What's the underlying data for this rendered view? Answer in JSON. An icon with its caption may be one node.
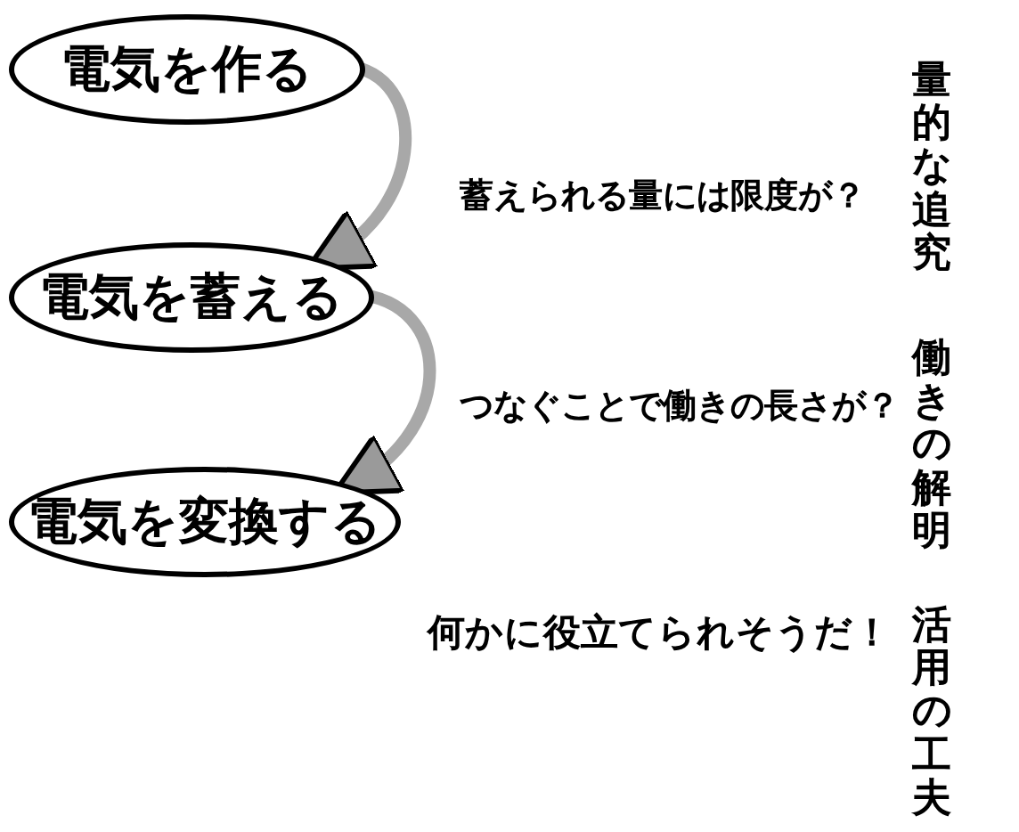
{
  "diagram": {
    "nodes": [
      {
        "text": [
          "電気を作る"
        ]
      },
      {
        "text": [
          "電気を蓄える"
        ]
      },
      {
        "text": [
          "電気を変換する"
        ]
      }
    ],
    "edges": [
      {
        "from": 0,
        "to": 1,
        "arrow": "to"
      },
      {
        "from": 1,
        "to": 2,
        "arrow": "to"
      }
    ],
    "labels": [
      "蓄えられる量には限度が？",
      "つなぐことで働きの長さが？",
      "何かに役立てられそうだ！",
      "量的な追究",
      "働きの解明",
      "活用の工夫"
    ]
  }
}
